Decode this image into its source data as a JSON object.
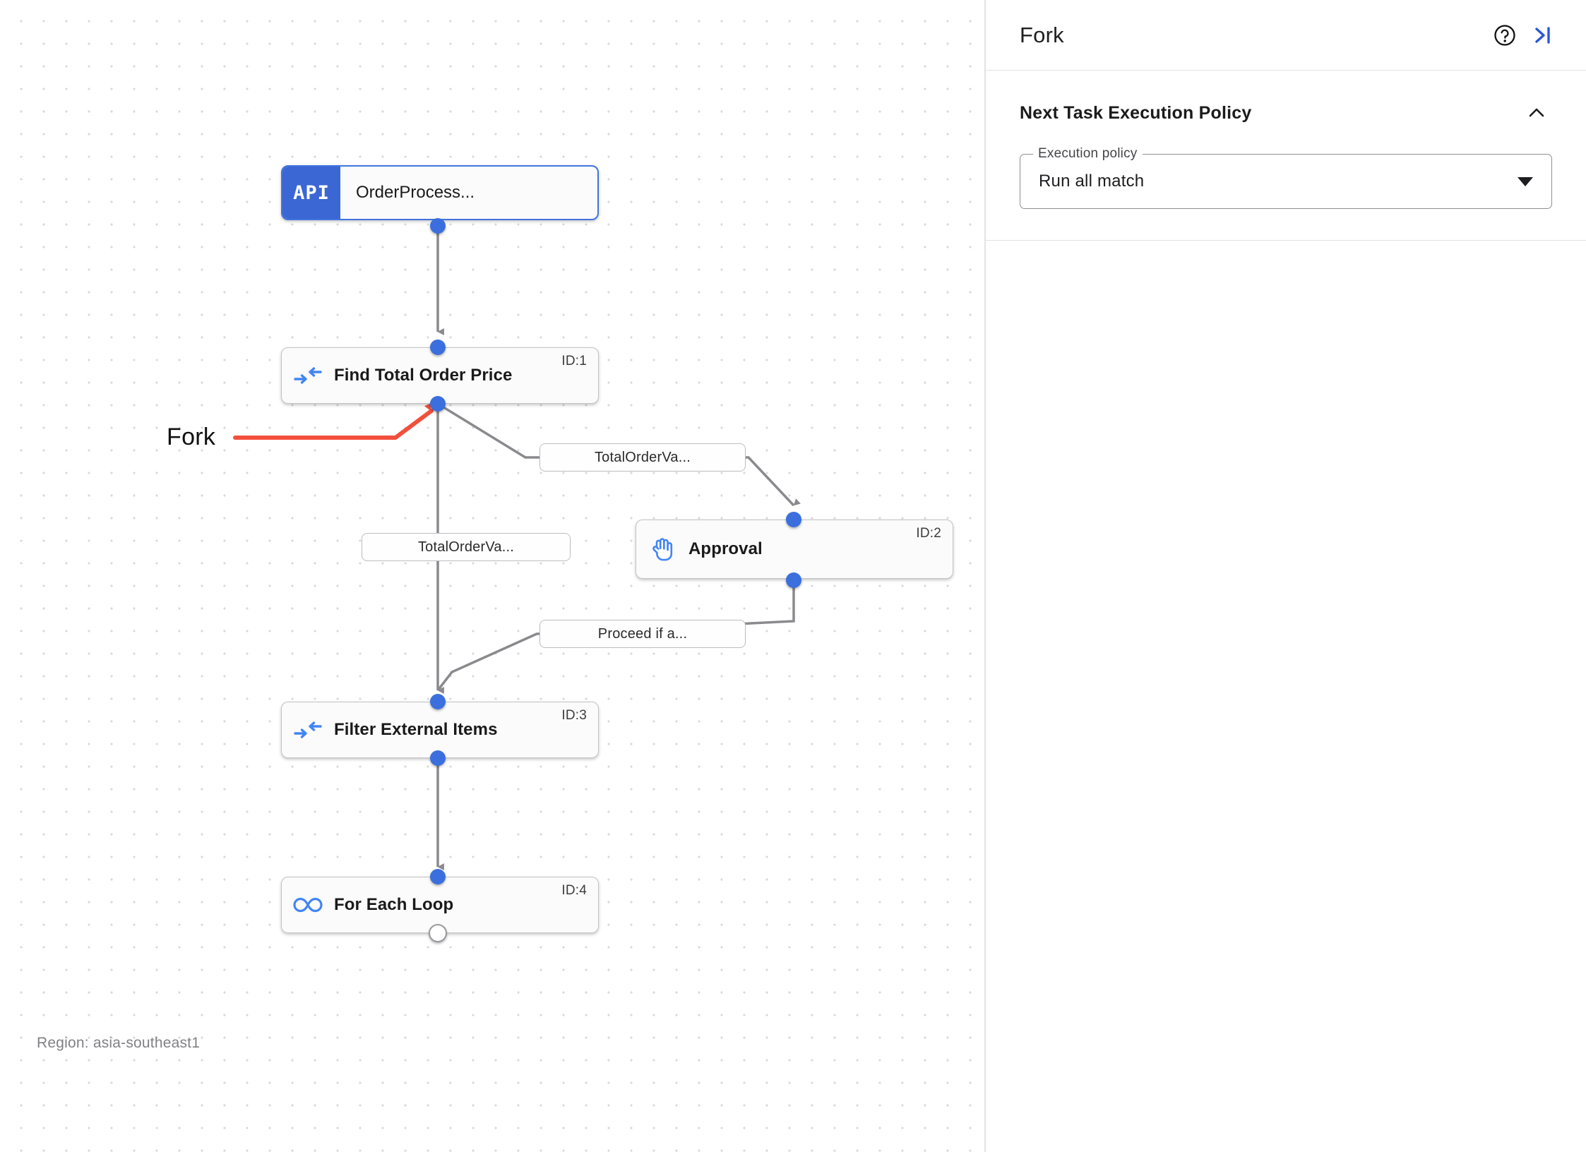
{
  "canvas": {
    "region_label": "Region: asia-southeast1",
    "annotation": {
      "label": "Fork",
      "color": "#f2503c"
    },
    "accent_blue": "#3b6fdd",
    "nodes": [
      {
        "id": "api",
        "type": "api",
        "badge": "API",
        "title": "OrderProcess...",
        "id_label": "",
        "selected": true
      },
      {
        "id": "t1",
        "type": "task",
        "icon": "merge-arrows-icon",
        "title": "Find Total Order Price",
        "id_label": "ID:1",
        "selected": false
      },
      {
        "id": "t2",
        "type": "task",
        "icon": "hand-icon",
        "title": "Approval",
        "id_label": "ID:2",
        "selected": false
      },
      {
        "id": "t3",
        "type": "task",
        "icon": "merge-arrows-icon",
        "title": "Filter External Items",
        "id_label": "ID:3",
        "selected": false
      },
      {
        "id": "t4",
        "type": "task",
        "icon": "infinity-icon",
        "title": "For Each Loop",
        "id_label": "ID:4",
        "selected": false
      }
    ],
    "edge_labels": [
      {
        "id": "e1",
        "text": "TotalOrderVa..."
      },
      {
        "id": "e2",
        "text": "TotalOrderVa..."
      },
      {
        "id": "e3",
        "text": "Proceed if a..."
      }
    ]
  },
  "panel": {
    "title": "Fork",
    "help_icon": "help-circle-icon",
    "collapse_icon": "collapse-right-icon",
    "section": {
      "title": "Next Task Execution Policy",
      "toggle_icon": "chevron-up-icon",
      "field": {
        "legend": "Execution policy",
        "value": "Run all match",
        "caret_icon": "chevron-down-icon"
      }
    }
  }
}
